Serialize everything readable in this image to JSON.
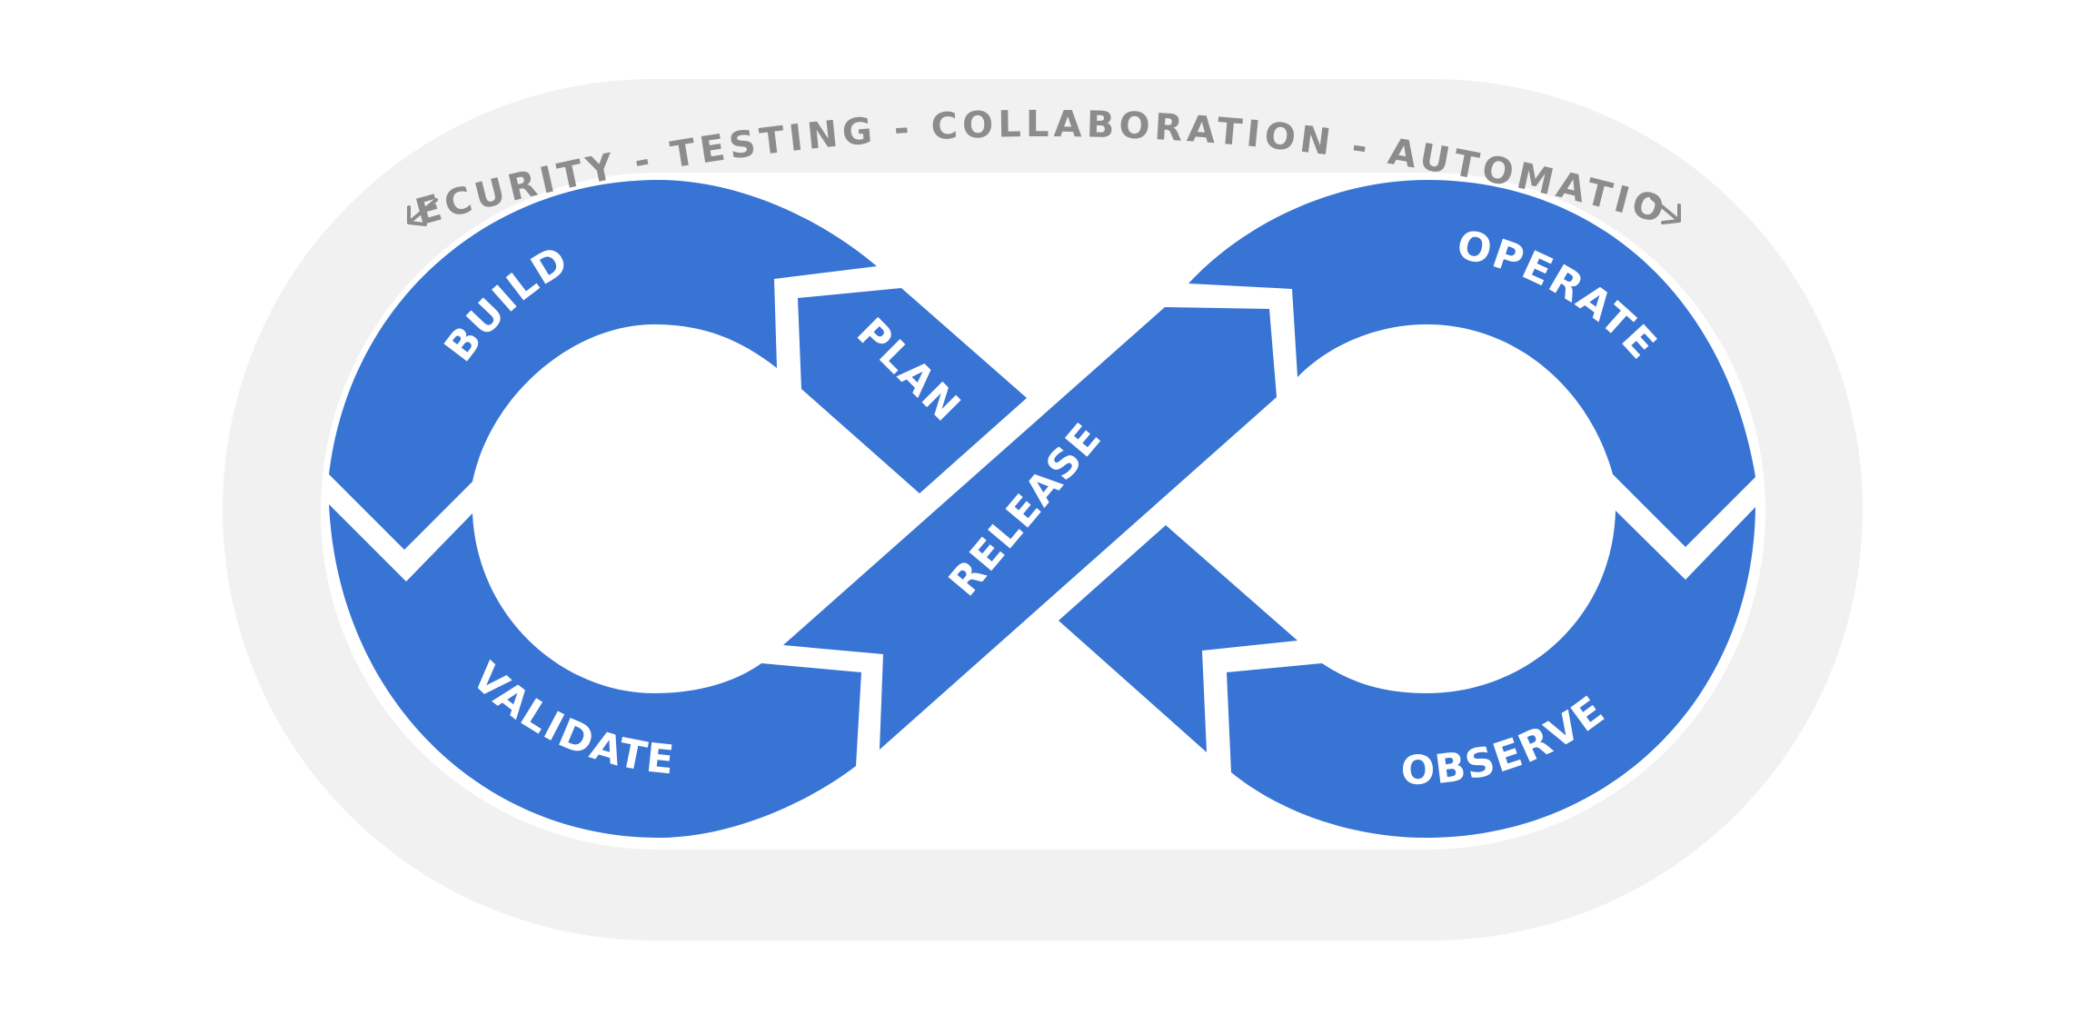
{
  "colors": {
    "background": "#ffffff",
    "outer_ring": "#f1f1f1",
    "inner_field": "#ffffff",
    "segment": "#3874d4",
    "segment_text": "#ffffff",
    "ring_text": "#8c8c8c"
  },
  "ring_text": "SECURITY - TESTING - COLLABORATION - AUTOMATION",
  "stages": {
    "build": "BUILD",
    "plan": "PLAN",
    "validate": "VALIDATE",
    "release": "RELEASE",
    "operate": "OPERATE",
    "observe": "OBSERVE"
  }
}
